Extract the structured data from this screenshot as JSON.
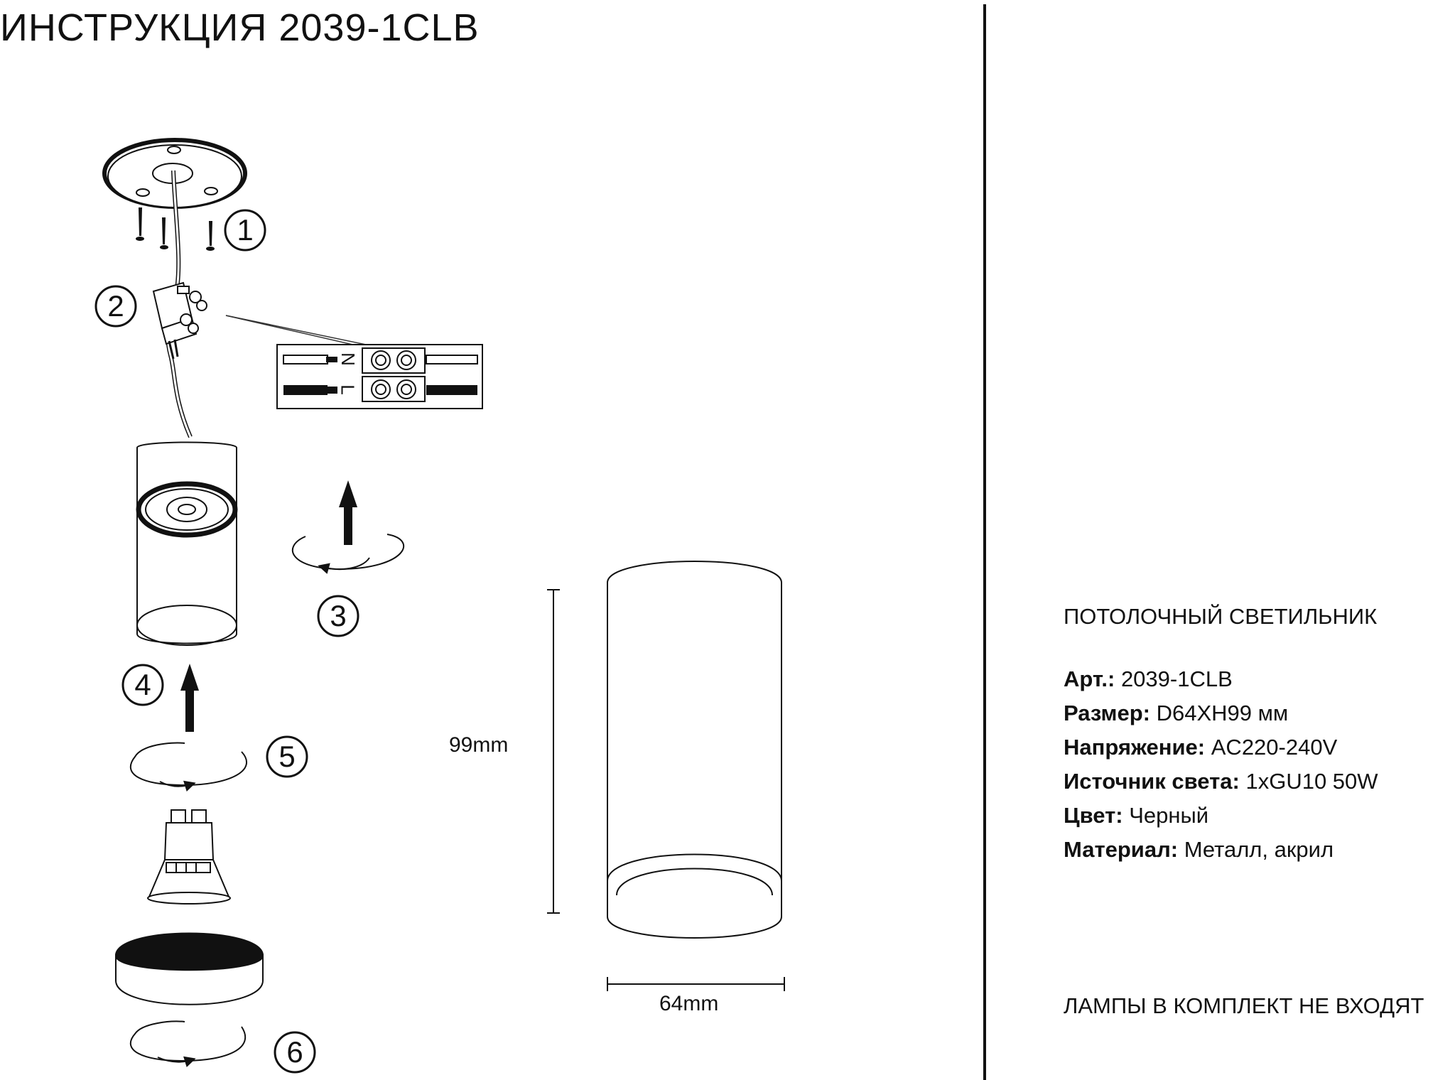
{
  "title": "ИНСТРУКЦИЯ 2039-1CLB",
  "steps": [
    "1",
    "2",
    "3",
    "4",
    "5",
    "6"
  ],
  "wiring": {
    "neutral": "N",
    "live": "L"
  },
  "dimensions": {
    "height": "99mm",
    "width": "64mm"
  },
  "specs": {
    "product_type": "ПОТОЛОЧНЫЙ СВЕТИЛЬНИК",
    "rows": [
      {
        "label": "Арт.:",
        "value": "2039-1CLB"
      },
      {
        "label": "Размер:",
        "value": "D64XH99 мм"
      },
      {
        "label": "Напряжение:",
        "value": "AC220-240V"
      },
      {
        "label": "Источник света:",
        "value": "1xGU10 50W"
      },
      {
        "label": "Цвет:",
        "value": "Черный"
      },
      {
        "label": "Материал:",
        "value": "Металл, акрил"
      }
    ],
    "note": "ЛАМПЫ В КОМПЛЕКТ НЕ ВХОДЯТ"
  }
}
